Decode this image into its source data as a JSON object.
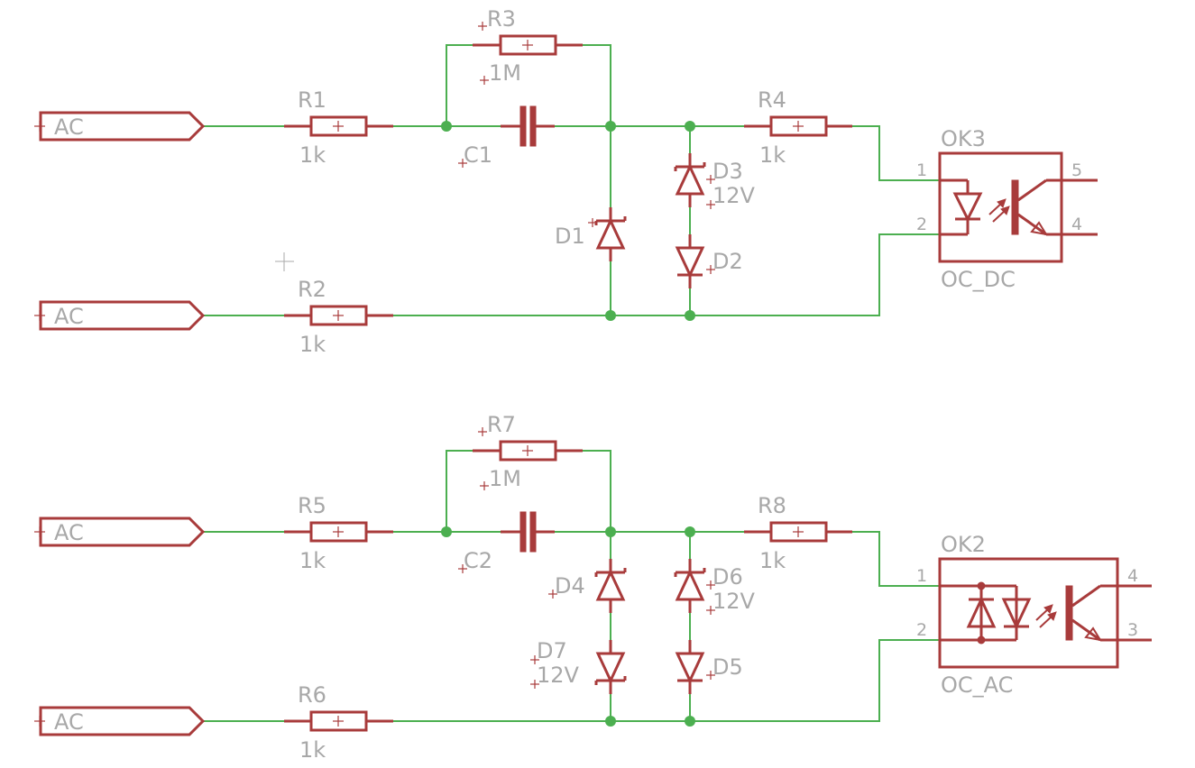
{
  "ports": [
    "AC",
    "AC",
    "AC",
    "AC"
  ],
  "resistors": {
    "R1": {
      "name": "R1",
      "value": "1k"
    },
    "R2": {
      "name": "R2",
      "value": "1k"
    },
    "R3": {
      "name": "R3",
      "value": "1M"
    },
    "R4": {
      "name": "R4",
      "value": "1k"
    },
    "R5": {
      "name": "R5",
      "value": "1k"
    },
    "R6": {
      "name": "R6",
      "value": "1k"
    },
    "R7": {
      "name": "R7",
      "value": "1M"
    },
    "R8": {
      "name": "R8",
      "value": "1k"
    }
  },
  "capacitors": {
    "C1": "C1",
    "C2": "C2"
  },
  "diodes": {
    "D1": {
      "name": "D1"
    },
    "D2": {
      "name": "D2"
    },
    "D3": {
      "name": "D3",
      "value": "12V"
    },
    "D4": {
      "name": "D4"
    },
    "D5": {
      "name": "D5"
    },
    "D6": {
      "name": "D6",
      "value": "12V"
    },
    "D7": {
      "name": "D7",
      "value": "12V"
    }
  },
  "optocouplers": {
    "OK3": {
      "name": "OK3",
      "value": "OC_DC",
      "pins": [
        "1",
        "2",
        "5",
        "4"
      ]
    },
    "OK2": {
      "name": "OK2",
      "value": "OC_AC",
      "pins": [
        "1",
        "2",
        "4",
        "3"
      ]
    }
  },
  "colors": {
    "wire": "#4caf50",
    "symbol": "#a83b3b",
    "label": "#a8a8a8",
    "background": "#ffffff"
  }
}
